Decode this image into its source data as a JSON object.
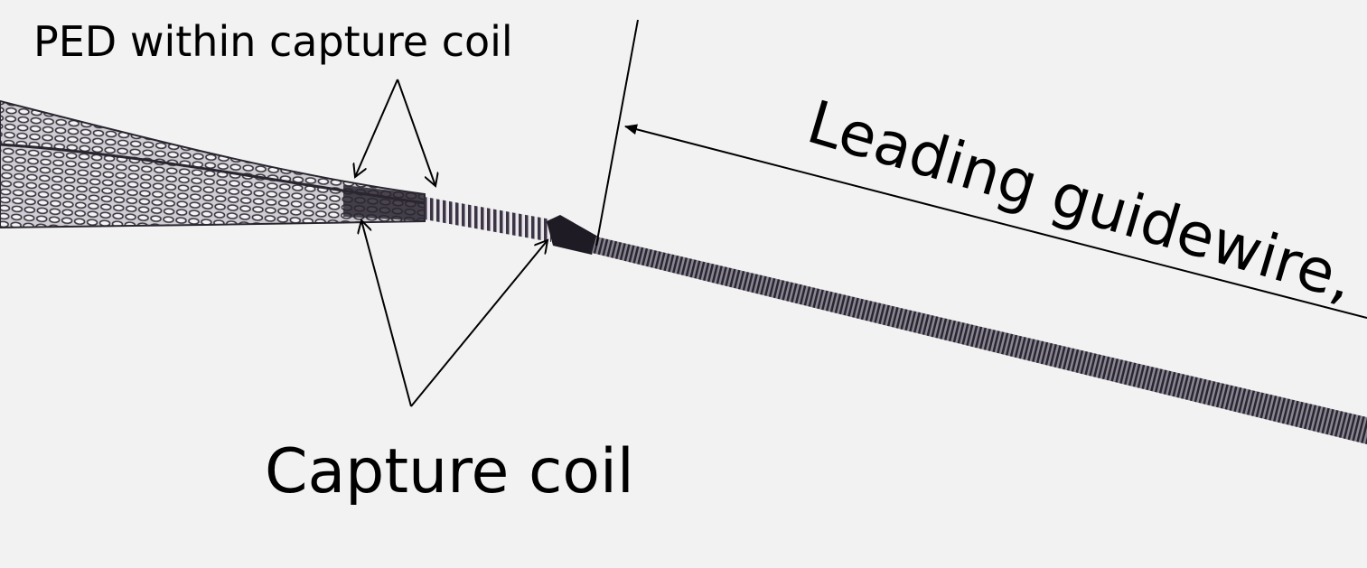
{
  "labels": {
    "ped": "PED within capture coil",
    "capture_coil": "Capture coil",
    "leading_guidewire": "Leading guidewire,"
  },
  "colors": {
    "background": "#f2f2f2",
    "device": "#2a2630",
    "annotation": "#000000"
  }
}
